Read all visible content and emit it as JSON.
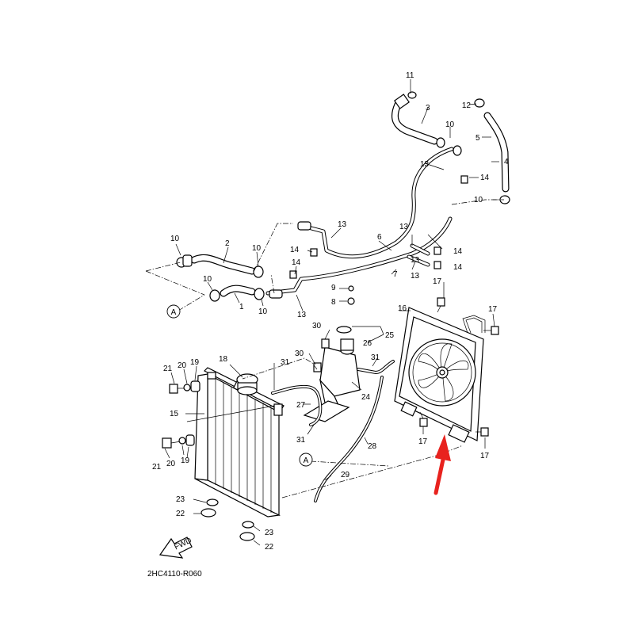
{
  "diagram": {
    "code": "2HC4110-R060",
    "fwd_label": "FWD",
    "ref_marker": "A",
    "arrow_color": "#e8221e",
    "labels": {
      "p1": "1",
      "p2": "2",
      "p3": "3",
      "p4": "4",
      "p5": "5",
      "p6": "6",
      "p7": "7",
      "p8": "8",
      "p9": "9",
      "p10": "10",
      "p11": "11",
      "p12": "12",
      "p13": "13",
      "p14": "14",
      "p15": "15",
      "p16": "16",
      "p17": "17",
      "p18": "18",
      "p19": "19",
      "p20": "20",
      "p21": "21",
      "p22": "22",
      "p23": "23",
      "p24": "24",
      "p25": "25",
      "p26": "26",
      "p27": "27",
      "p28": "28",
      "p29": "29",
      "p30": "30",
      "p31": "31"
    }
  }
}
